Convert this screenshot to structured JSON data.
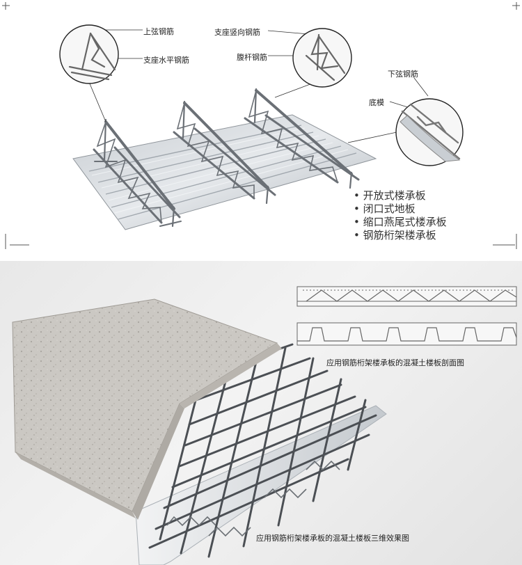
{
  "top_panel": {
    "callouts": {
      "top_chord": "上弦钢筋",
      "support_horizontal": "支座水平钢筋",
      "support_vertical": "支座竖向钢筋",
      "web_bar": "腹杆钢筋",
      "bottom_chord": "下弦钢筋",
      "bottom_form": "底模"
    },
    "types": [
      "开放式楼承板",
      "闭口式地板",
      "缩口燕尾式楼承板",
      "钢筋桁架楼承板"
    ]
  },
  "bottom_panel": {
    "section_caption": "应用钢筋桁架楼承板的混凝土楼板剖面图",
    "render_caption": "应用钢筋桁架楼承板的混凝土楼板三维效果图"
  },
  "colors": {
    "steel": "#8d9196",
    "sheet_light": "#d9dde1",
    "sheet_dark": "#a7adb3",
    "concrete": "#c9c6c1",
    "rebar": "#4b4f54"
  }
}
